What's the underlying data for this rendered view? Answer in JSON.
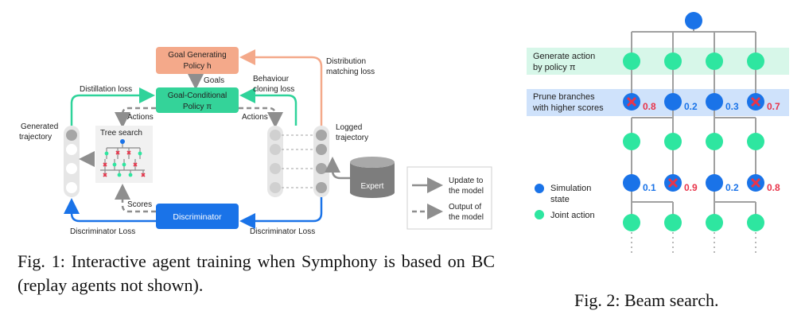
{
  "fig1": {
    "caption": "Fig. 1: Interactive agent training when Symphony is based on BC (replay agents not shown).",
    "nodes": {
      "goal_generating_line1": "Goal Generating",
      "goal_generating_line2": "Policy h",
      "goal_conditional_line1": "Goal-Conditional",
      "goal_conditional_line2": "Policy π",
      "discriminator": "Discriminator",
      "expert": "Expert",
      "tree_search": "Tree search"
    },
    "labels": {
      "goals": "Goals",
      "distillation_loss": "Distillation loss",
      "behaviour_cloning_line1": "Behaviour",
      "behaviour_cloning_line2": "cloning loss",
      "distribution_matching_line1": "Distribution",
      "distribution_matching_line2": "matching loss",
      "actions_left": "Actions",
      "actions_right": "Actions",
      "generated_traj_line1": "Generated",
      "generated_traj_line2": "trajectory",
      "logged_traj_line1": "Logged",
      "logged_traj_line2": "trajectory",
      "scores": "Scores",
      "discriminator_loss_left": "Discriminator Loss",
      "discriminator_loss_right": "Discriminator Loss"
    },
    "legend": {
      "update_line1": "Update to",
      "update_line2": "the model",
      "output_line1": "Output of",
      "output_line2": "the model"
    },
    "colors": {
      "green": "#34d399",
      "orange": "#f4a98a",
      "blue": "#1a73e8",
      "gray": "#9e9e9e"
    }
  },
  "fig2": {
    "caption": "Fig. 2: Beam search.",
    "band1_line1": "Generate action",
    "band1_line2": "by policy π",
    "band2_line1": "Prune branches",
    "band2_line2": "with higher scores",
    "scores_row1": [
      "0.8",
      "0.2",
      "0.3",
      "0.7"
    ],
    "scores_row2": [
      "0.1",
      "0.9",
      "0.2",
      "0.8"
    ],
    "legend_sim_line1": "Simulation",
    "legend_sim_line2": "state",
    "legend_joint": "Joint action",
    "colors": {
      "blue_node": "#1a73e8",
      "green_node": "#2ee6a0",
      "prune_red": "#e8344a",
      "band_green": "#d7f7e9",
      "band_blue": "#cfe2fb"
    }
  }
}
